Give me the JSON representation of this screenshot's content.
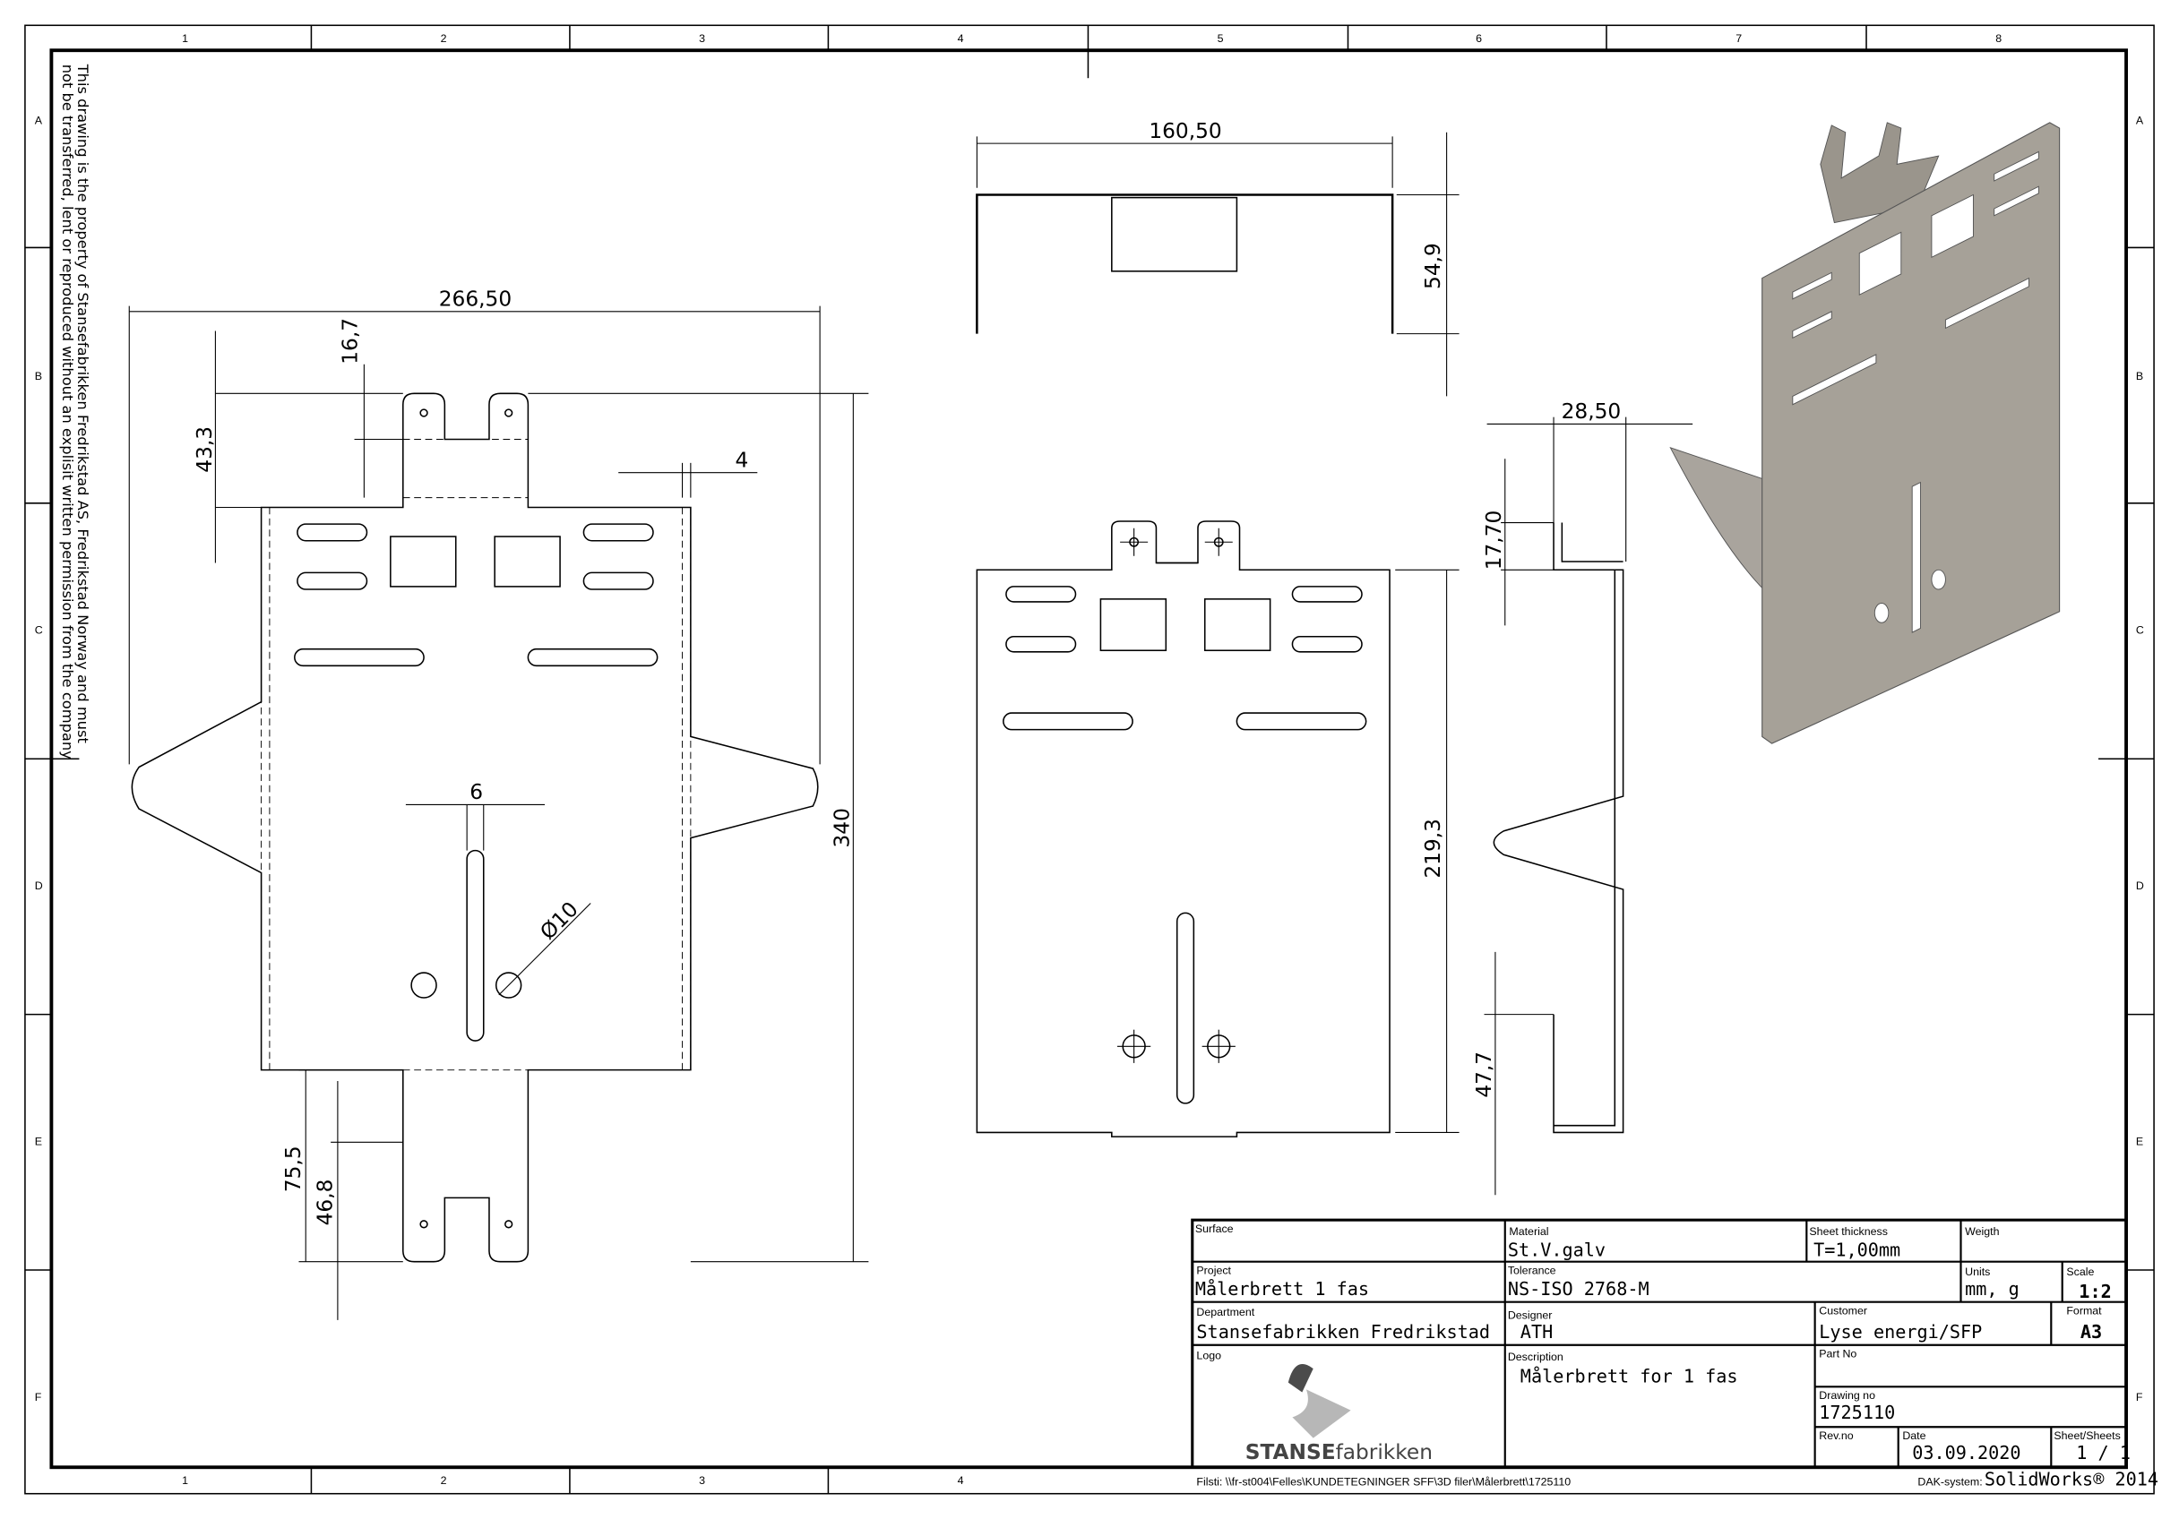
{
  "frame": {
    "columns": [
      "1",
      "2",
      "3",
      "4",
      "5",
      "6",
      "7",
      "8"
    ],
    "rows": [
      "A",
      "B",
      "C",
      "D",
      "E",
      "F"
    ]
  },
  "notice": {
    "line1": "This drawing is the property of Stansefabrikken Fredrikstad AS, Fredrikstad Norway and must",
    "line2": "not be transferred, lent or reproduced without an explisit written permission from the company"
  },
  "dimensions": {
    "flat_width": "266,50",
    "flat_tab_height": "16,7",
    "flat_top_offset": "43,3",
    "flat_edge": "4",
    "flat_height": "340",
    "slot_width": "6",
    "hole_diameter": "Ø10",
    "bottom_tab_outer": "75,5",
    "bottom_tab_inner": "46,8",
    "top_width": "160,50",
    "top_depth": "54,9",
    "front_height": "219,3",
    "side_flange": "28,50",
    "side_top": "17,70",
    "side_bottom": "47,7"
  },
  "title_block": {
    "surface_label": "Surface",
    "surface_value": "",
    "material_label": "Material",
    "material_value": "St.V.galv",
    "thickness_label": "Sheet thickness",
    "thickness_value": "T=1,00mm",
    "weight_label": "Weigth",
    "weight_value": "",
    "project_label": "Project",
    "project_value": "Målerbrett 1 fas",
    "tolerance_label": "Tolerance",
    "tolerance_value": "NS-ISO 2768-M",
    "units_label": "Units",
    "units_value": "mm, g",
    "scale_label": "Scale",
    "scale_value": "1:2",
    "department_label": "Department",
    "department_value": "Stansefabrikken Fredrikstad",
    "designer_label": "Designer",
    "designer_value": "ATH",
    "customer_label": "Customer",
    "customer_value": "Lyse energi/SFP",
    "format_label": "Format",
    "format_value": "A3",
    "logo_label": "Logo",
    "logo_text_bold": "STANSE",
    "logo_text": "fabrikken",
    "description_label": "Description",
    "description_value": "Målerbrett for 1 fas",
    "partno_label": "Part No",
    "partno_value": "",
    "drawingno_label": "Drawing no",
    "drawingno_value": "1725110",
    "revno_label": "Rev.no",
    "revno_value": "",
    "date_label": "Date",
    "date_value": "03.09.2020",
    "sheet_label": "Sheet/Sheets",
    "sheet_value": "1 / 1",
    "filepath": "Filsti: \\\\fr-st004\\Felles\\KUNDETEGNINGER SFF\\3D filer\\Målerbrett\\1725110",
    "cad_label": "DAK-system:",
    "cad_value": "SolidWorks® 2014"
  }
}
